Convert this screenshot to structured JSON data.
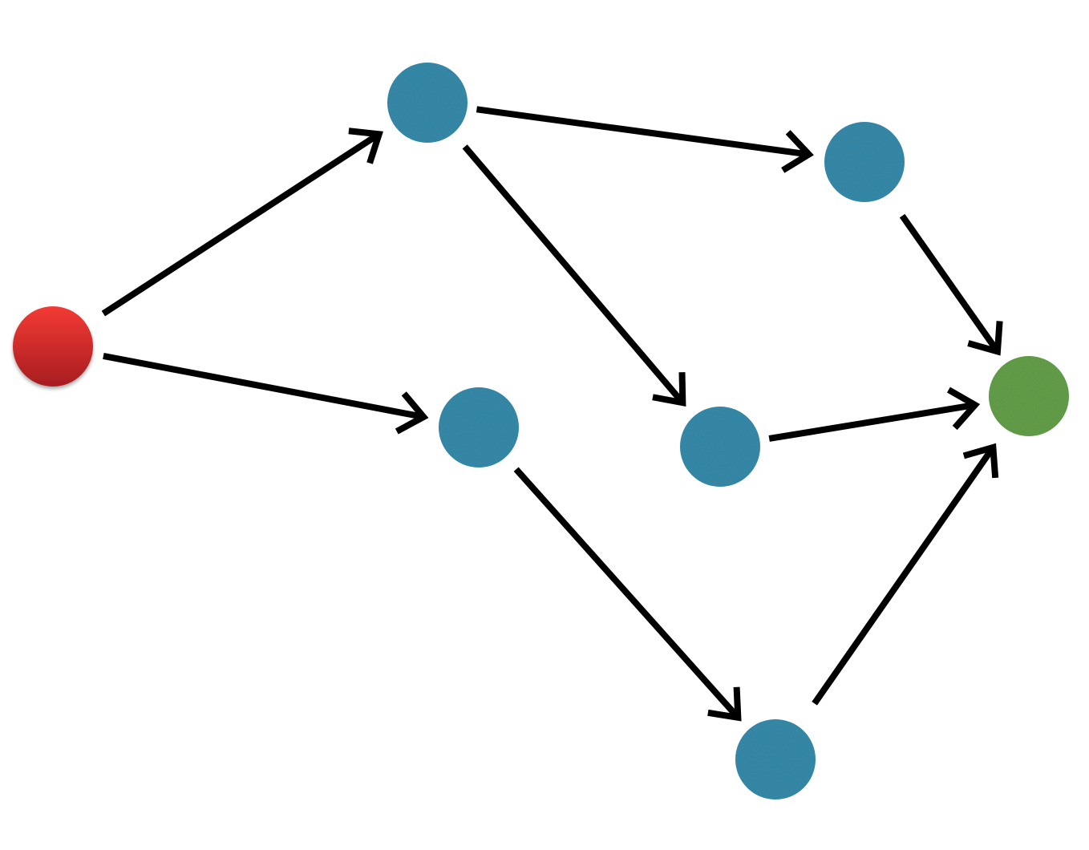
{
  "diagram": {
    "type": "directed-graph",
    "colors": {
      "background": "#ffffff",
      "edge": "#000000",
      "source_node": "#e0302f",
      "sink_node": "#6aa84f",
      "intermediate_node": "#3b93b3"
    },
    "nodes": [
      {
        "id": "source",
        "role": "source",
        "color": "#e0302f"
      },
      {
        "id": "a",
        "role": "intermediate",
        "color": "#3b93b3"
      },
      {
        "id": "b",
        "role": "intermediate",
        "color": "#3b93b3"
      },
      {
        "id": "c",
        "role": "intermediate",
        "color": "#3b93b3"
      },
      {
        "id": "d",
        "role": "intermediate",
        "color": "#3b93b3"
      },
      {
        "id": "e",
        "role": "intermediate",
        "color": "#3b93b3"
      },
      {
        "id": "sink",
        "role": "sink",
        "color": "#6aa84f"
      }
    ],
    "edges": [
      {
        "from": "source",
        "to": "a"
      },
      {
        "from": "source",
        "to": "c"
      },
      {
        "from": "a",
        "to": "b"
      },
      {
        "from": "a",
        "to": "d"
      },
      {
        "from": "b",
        "to": "sink"
      },
      {
        "from": "d",
        "to": "sink"
      },
      {
        "from": "c",
        "to": "e"
      },
      {
        "from": "e",
        "to": "sink"
      }
    ]
  }
}
